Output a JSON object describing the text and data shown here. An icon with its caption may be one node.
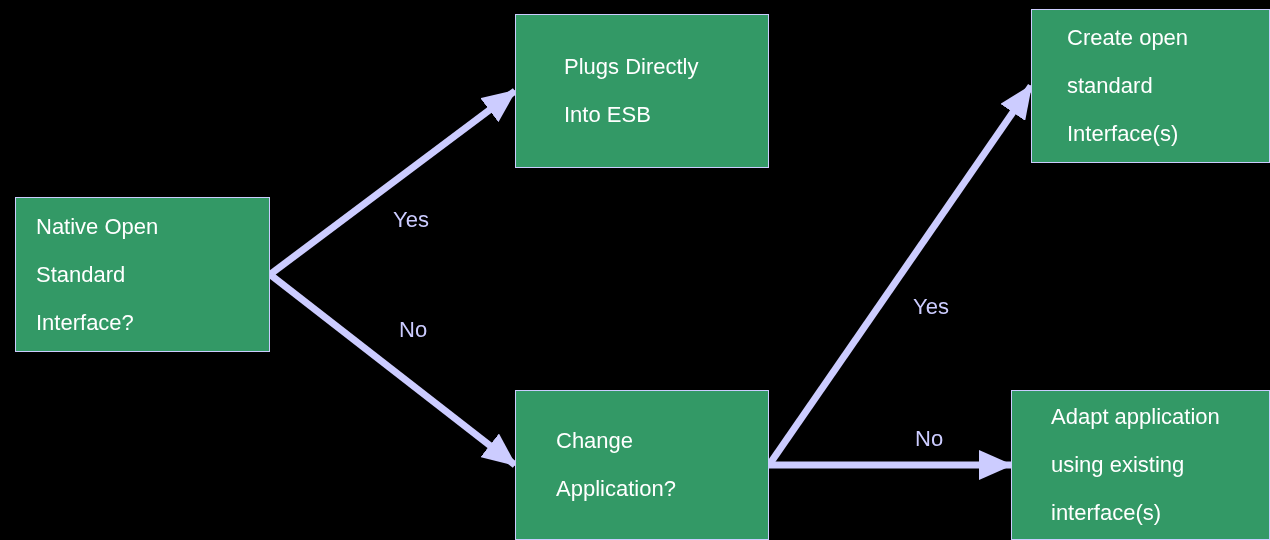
{
  "diagram": {
    "nodes": [
      {
        "text": [
          "Native Open Standard Interface?"
        ]
      },
      {
        "text": [
          "Plugs Directly Into ESB"
        ]
      },
      {
        "text": [
          "Create open standard Interface(s)"
        ]
      },
      {
        "text": [
          "Change Application?"
        ]
      },
      {
        "text": [
          "Adapt application using existing interface(s)"
        ]
      }
    ],
    "edges": [
      {
        "from": 0,
        "to": 1,
        "arrow": "to",
        "label": "Yes"
      },
      {
        "from": 0,
        "to": 3,
        "arrow": "to",
        "label": "No"
      },
      {
        "from": 3,
        "to": 2,
        "arrow": "to",
        "label": "Yes"
      },
      {
        "from": 3,
        "to": 4,
        "arrow": "to",
        "label": "No"
      }
    ]
  }
}
